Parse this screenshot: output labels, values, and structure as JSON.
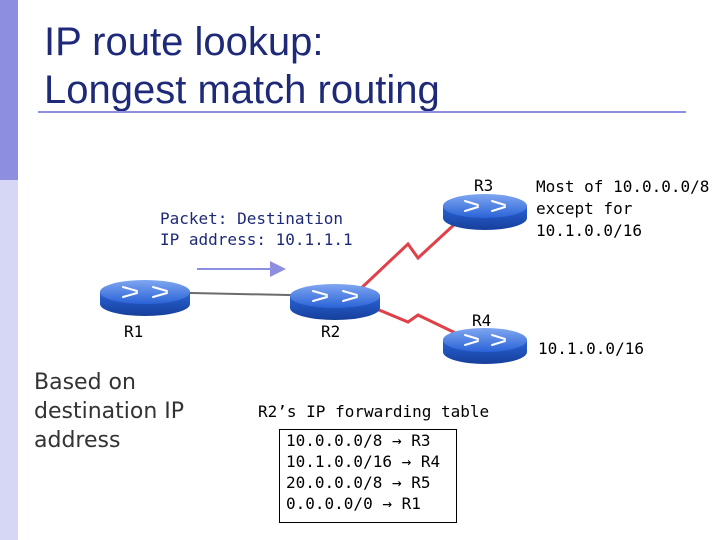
{
  "slide": {
    "title_line1": "IP route lookup:",
    "title_line2": "Longest match routing"
  },
  "packet": {
    "line1": "Packet: Destination",
    "line2": "IP address: 10.1.1.1"
  },
  "routers": {
    "r1": "R1",
    "r2": "R2",
    "r3": "R3",
    "r4": "R4"
  },
  "r3_note": {
    "line1": "Most of 10.0.0.0/8",
    "line2": "except for",
    "line3": "10.1.0.0/16"
  },
  "r4_note": "10.1.0.0/16",
  "left_note": {
    "line1": "Based on",
    "line2": "destination IP",
    "line3": "address"
  },
  "forwarding_table": {
    "title": "R2’s IP forwarding table",
    "rows": [
      {
        "prefix": "10.0.0.0/8",
        "arrow": "→",
        "next_hop": "R3"
      },
      {
        "prefix": "10.1.0.0/16",
        "arrow": "→",
        "next_hop": "R4"
      },
      {
        "prefix": "20.0.0.0/8",
        "arrow": "→",
        "next_hop": "R5"
      },
      {
        "prefix": "0.0.0.0/0",
        "arrow": "→",
        "next_hop": "R1"
      }
    ]
  },
  "colors": {
    "title": "#1e2a78",
    "router_fill": "#2a63d8",
    "link_red": "#e0404a",
    "link_gray": "#6b6b6b",
    "sidebar_dark": "#8e8ee0",
    "sidebar_light": "#d6d6f5"
  },
  "icons": {
    "router": "router-icon"
  }
}
